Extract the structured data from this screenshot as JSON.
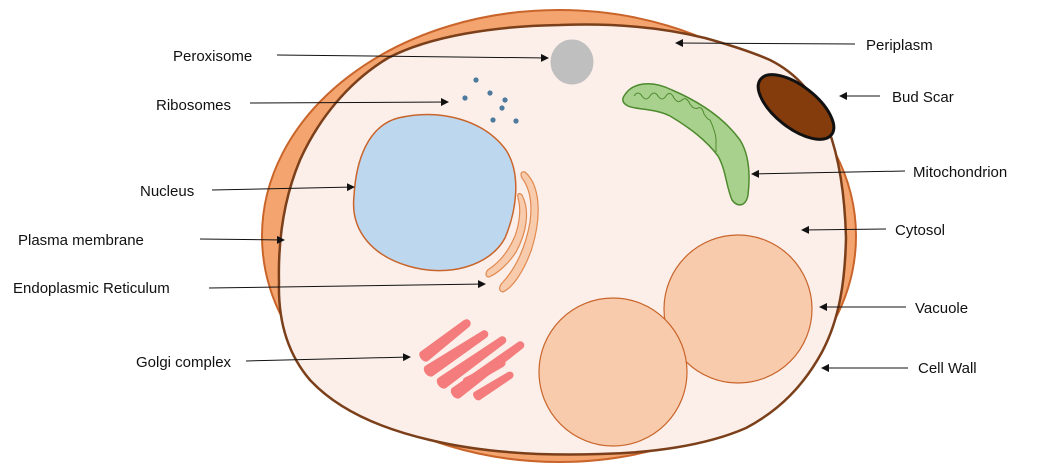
{
  "diagram": {
    "labels": {
      "peroxisome": "Peroxisome",
      "ribosomes": "Ribosomes",
      "nucleus": "Nucleus",
      "plasma_membrane": "Plasma membrane",
      "endoplasmic_reticulum": "Endoplasmic Reticulum",
      "golgi_complex": "Golgi complex",
      "periplasm": "Periplasm",
      "bud_scar": "Bud Scar",
      "mitochondrion": "Mitochondrion",
      "cytosol": "Cytosol",
      "vacuole": "Vacuole",
      "cell_wall": "Cell Wall"
    },
    "colors": {
      "cell_wall": "#F4A46F",
      "cell_wall_edge": "#C9652B",
      "membrane": "#7B3F1A",
      "cytosol": "#FCEFEA",
      "nucleus_fill": "#BDD7EE",
      "nucleus_edge": "#C9652B",
      "peroxisome": "#BFBFBF",
      "ribosome": "#4E7A9E",
      "mitochondrion_fill": "#A9D18E",
      "mitochondrion_edge": "#4E8A2E",
      "er_fill": "#F8CBAD",
      "er_edge": "#E08A50",
      "golgi": "#F47C7C",
      "vacuole_fill": "#F8CBAD",
      "vacuole_edge": "#C9652B",
      "bud_scar_fill": "#843C0C",
      "bud_scar_edge": "#111111"
    }
  }
}
